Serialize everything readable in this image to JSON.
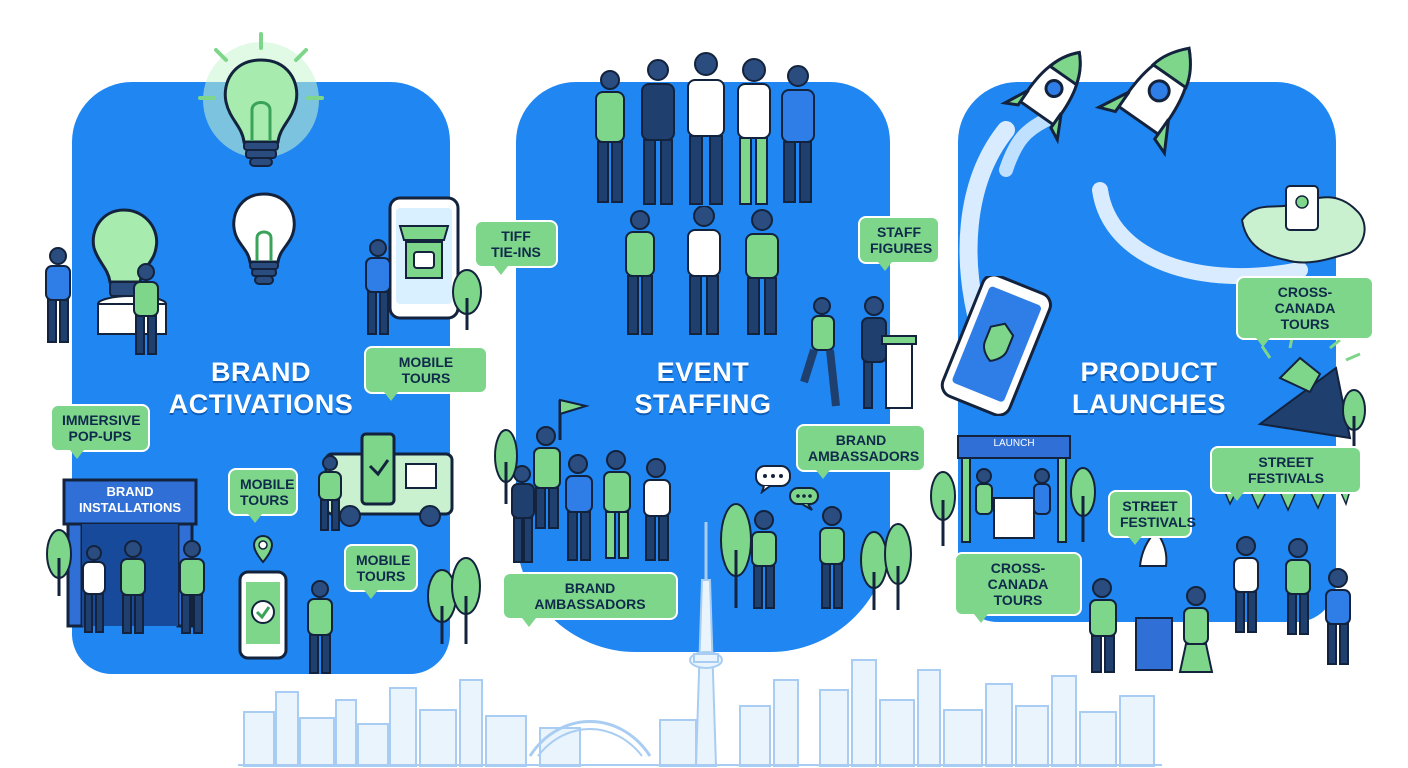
{
  "panels": {
    "brand": {
      "title_line1": "BRAND",
      "title_line2": "ACTIVATIONS",
      "tags": {
        "tiff": "TIFF\nTIE-INS",
        "mobile_tours_1": "MOBILE TOURS",
        "immersive": "IMMERSIVE\nPOP-UPS",
        "mobile_tours_2": "MOBILE\nTOURS",
        "mobile_tours_3": "MOBILE\nTOURS"
      },
      "installation_sign": "BRAND\nINSTALLATIONS"
    },
    "event": {
      "title_line1": "EVENT",
      "title_line2": "STAFFING",
      "tags": {
        "staff_figures": "STAFF\nFIGURES",
        "brand_ambassadors_1": "BRAND\nAMBASSADORS",
        "brand_ambassadors_2": "BRAND AMBASSADORS"
      }
    },
    "product": {
      "title_line1": "PRODUCT",
      "title_line2": "LAUNCHES",
      "tags": {
        "cross_canada_1": "CROSS-CANADA\nTOURS",
        "street_festivals_1": "STREET FESTIVALS",
        "street_festivals_2": "STREET\nFESTIVALS",
        "cross_canada_2": "CROSS-CANADA\nTOURS"
      },
      "booth_sign": "LAUNCH"
    }
  },
  "colors": {
    "panel_blue": "#1f86f2",
    "tag_green": "#7ed68a",
    "navy": "#14233d",
    "skyline": "#a9cdf2"
  },
  "icons": [
    "lightbulb-icon",
    "rocket-icon",
    "smartphone-icon",
    "cn-tower-icon",
    "speech-bubble-icon",
    "map-pin-icon",
    "flag-icon",
    "tree-icon"
  ]
}
